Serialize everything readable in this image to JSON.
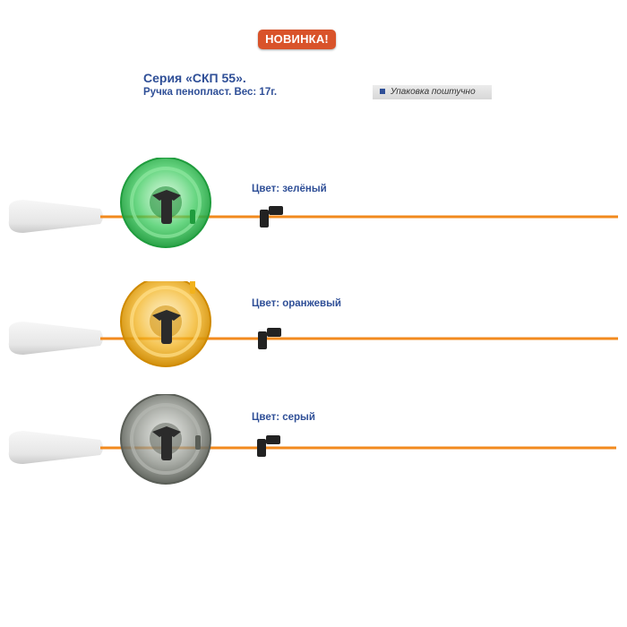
{
  "badge": "НОВИНКА!",
  "title": "Серия «СКП 55».",
  "subtitle": "Ручка пенопласт. Вес: 17г.",
  "packaging": "Упаковка поштучно",
  "rods": [
    {
      "label": "Цвет: зелёный",
      "reel_color": "#38c95a",
      "reel_dark": "#1f9c3d"
    },
    {
      "label": "Цвет: оранжевый",
      "reel_color": "#f2b21c",
      "reel_dark": "#cf8a00"
    },
    {
      "label": "Цвет: серый",
      "reel_color": "#8a8e86",
      "reel_dark": "#5a5e57"
    }
  ],
  "colors": {
    "accent": "#2f4f97",
    "badge": "#d9532a",
    "rod": "#f28a1e"
  }
}
